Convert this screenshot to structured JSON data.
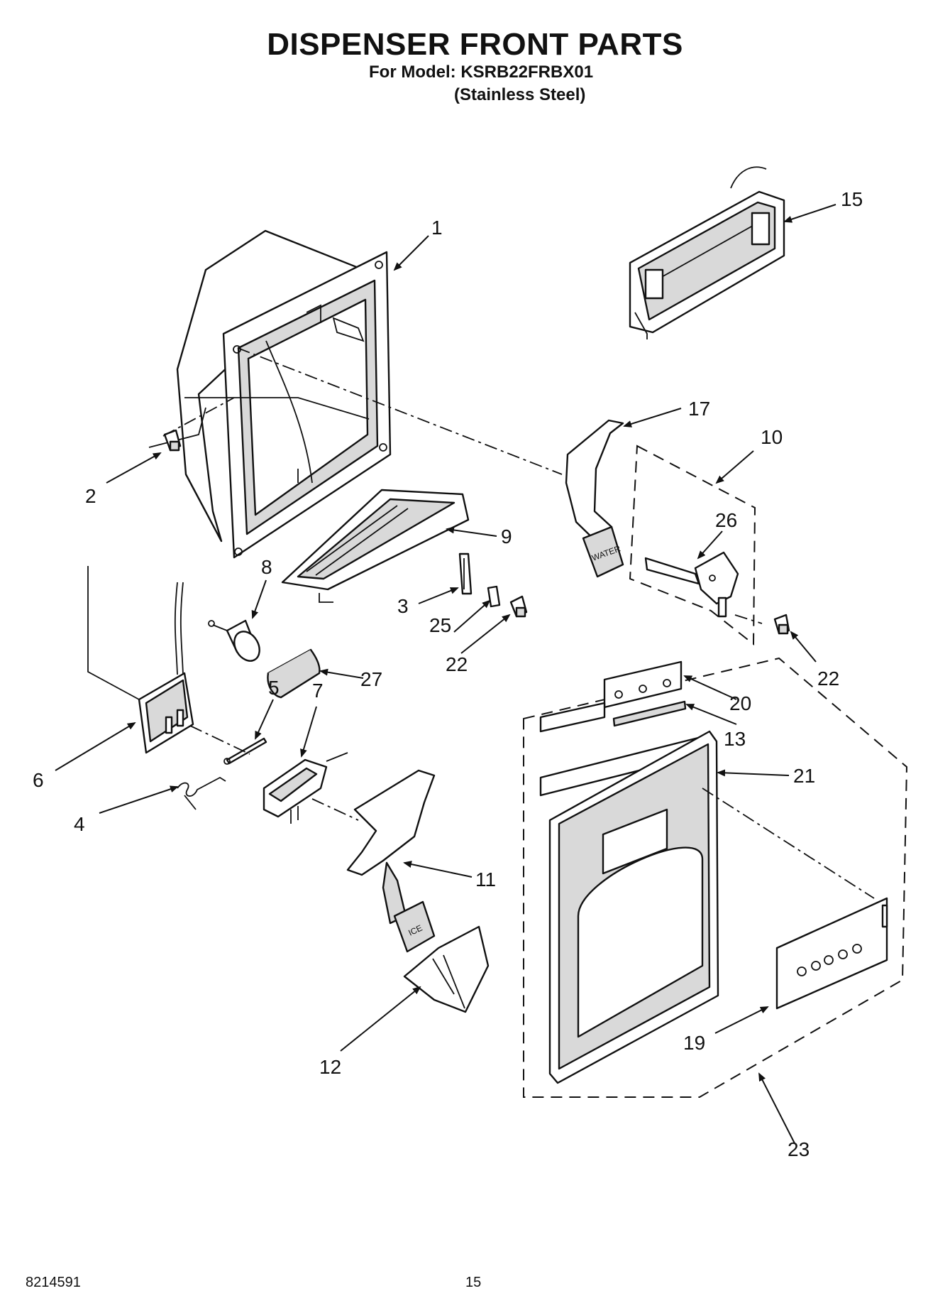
{
  "header": {
    "title": "DISPENSER FRONT PARTS",
    "model_line": "For Model: KSRB22FRBX01",
    "finish_line": "(Stainless Steel)"
  },
  "footer": {
    "doc_number": "8214591",
    "page_number": "15"
  },
  "parts": {
    "ice_chute_housing": "1",
    "screw_left": "2",
    "switch_clip": "3",
    "spring": "4",
    "pin": "5",
    "ice_door_motor": "6",
    "solenoid": "7",
    "damper_motor": "8",
    "drip_tray": "9",
    "water_actuator_assembly": "10",
    "ice_actuator": "11",
    "ice_chute_cup": "12",
    "control_panel_tape": "13",
    "control_housing": "15",
    "water_actuator": "17",
    "control_panel_overlay": "19",
    "control_board": "20",
    "dispenser_front_frame": "21",
    "screw_center": "22",
    "screw_right": "22",
    "dispenser_front_assembly": "23",
    "clip": "25",
    "lever_bracket": "26",
    "light_lens": "27"
  },
  "labels_on_parts": {
    "water_pad": "WATER",
    "ice_pad": "ICE"
  }
}
